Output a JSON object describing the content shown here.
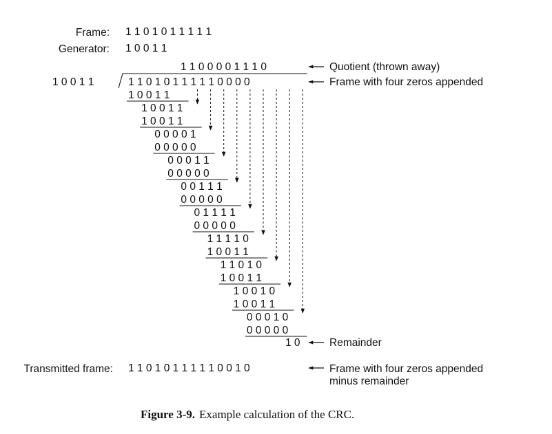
{
  "labels": {
    "frame": "Frame:",
    "generator": "Generator:",
    "transmitted": "Transmitted frame:"
  },
  "bits": {
    "frame": "1 1 0 1 0 1 1 1 1 1",
    "generator": "1 0 0 1 1",
    "divisor": "1 0 0 1 1",
    "quotient": "1 1 0 0 0 0 1 1 1 0",
    "dividend": "1 1 0 1 0 1 1 1 1 1 0 0 0 0",
    "transmitted": "1 1 0 1 0 1 1 1 1 1 0 0 1 0"
  },
  "annotations": {
    "quotient": "Quotient (thrown away)",
    "dividend": "Frame with four zeros appended",
    "remainder": "Remainder",
    "transmitted_line1": "Frame with four zeros appended",
    "transmitted_line2": "minus remainder"
  },
  "steps": [
    "1 0 0 1 1",
    "1 0 0 1 1",
    "1 0 0 1 1",
    "0 0 0 0 1",
    "0 0 0 0 0",
    "0 0 0 1 1",
    "0 0 0 0 0",
    "0 0 1 1 1",
    "0 0 0 0 0",
    "0 1 1 1 1",
    "0 0 0 0 0",
    "1 1 1 1 0",
    "1 0 0 1 1",
    "1 1 0 1 0",
    "1 0 0 1 1",
    "1 0 0 1 0",
    "1 0 0 1 1",
    "0 0 0 1 0",
    "0 0 0 0 0"
  ],
  "remainder": "1 0",
  "caption": {
    "label": "Figure 3-9.",
    "text": "Example calculation of the CRC."
  }
}
